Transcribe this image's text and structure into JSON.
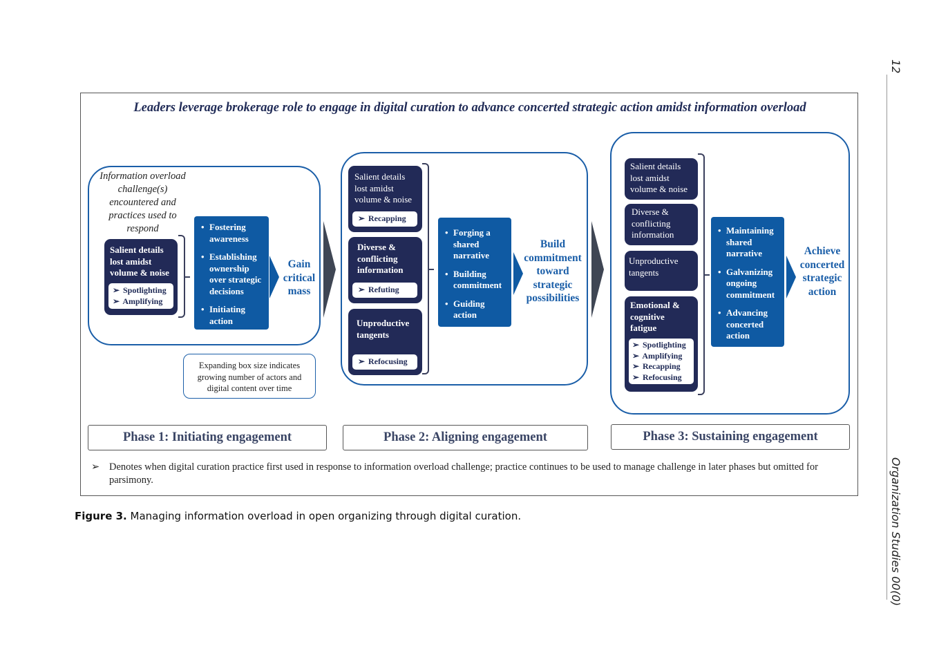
{
  "page_number": "12",
  "journal": "Organization Studies 00(0)",
  "figure": {
    "title": "Leaders leverage brokerage role to engage in digital curation to advance concerted strategic action amidst information overload",
    "phase1": {
      "intro": "Information overload challenge(s) encountered and practices used to respond",
      "challenge": "Salient details lost amidst volume & noise",
      "practices": [
        "Spotlighting",
        "Amplifying"
      ],
      "actions": [
        "Fostering awareness",
        "Establishing ownership over strategic decisions",
        "Initiating action"
      ],
      "outcome": "Gain critical mass",
      "label": "Phase 1: Initiating engagement"
    },
    "note": "Expanding box size indicates growing number of actors and digital content over time",
    "phase2": {
      "challenges": [
        {
          "text": "Salient details lost amidst volume & noise",
          "practice": "Recapping"
        },
        {
          "text": "Diverse & conflicting information",
          "practice": "Refuting"
        },
        {
          "text": "Unproductive tangents",
          "practice": "Refocusing"
        }
      ],
      "actions": [
        "Forging a shared narrative",
        "Building commitment",
        "Guiding action"
      ],
      "outcome": "Build commitment toward strategic possibilities",
      "label": "Phase 2: Aligning engagement"
    },
    "phase3": {
      "challenges": [
        "Salient details lost amidst volume & noise",
        "Diverse & conflicting information",
        "Unproductive tangents"
      ],
      "fatigue": "Emotional & cognitive fatigue",
      "practices": [
        "Spotlighting",
        "Amplifying",
        "Recapping",
        "Refocusing"
      ],
      "actions": [
        "Maintaining shared narrative",
        "Galvanizing ongoing commitment",
        "Advancing concerted action"
      ],
      "outcome": "Achieve concerted strategic action",
      "label": "Phase 3: Sustaining engagement"
    },
    "footnote": "Denotes when digital curation practice first used in response to information overload challenge; practice continues to be used to manage challenge in later phases but omitted for parsimony."
  },
  "caption": {
    "label": "Figure 3.",
    "text": "Managing information overload in open organizing through digital curation."
  }
}
